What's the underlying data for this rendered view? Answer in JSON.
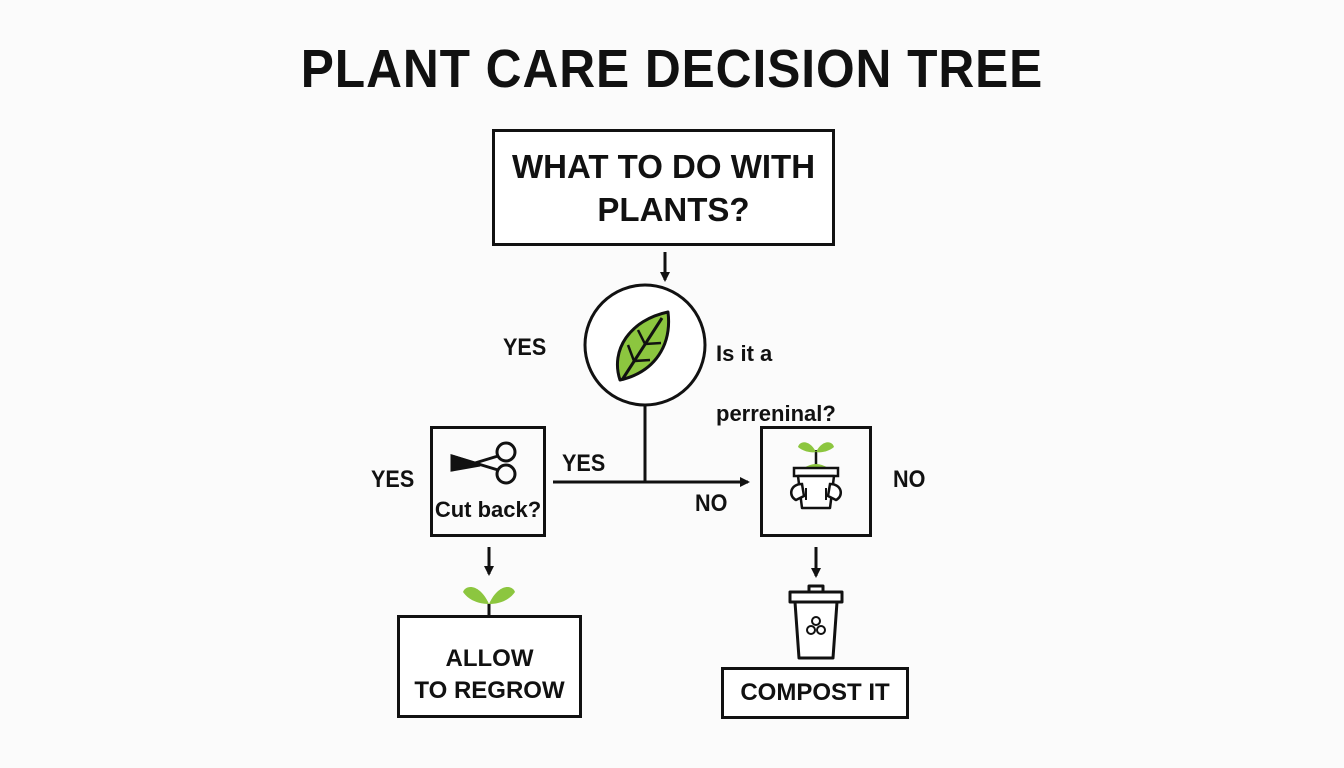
{
  "title": "PLANT CARE DECISION TREE",
  "start_node": {
    "line1": "WHAT TO DO WITH",
    "line2": "PLANTS?"
  },
  "question_node": {
    "line1": "Is it a",
    "line2": "perreninal?",
    "icon": "leaf-icon"
  },
  "cut_node": {
    "label": "Cut back?",
    "icon": "scissors-icon"
  },
  "pot_node": {
    "icon": "potted-seedling-icon"
  },
  "regrow_node": {
    "line1": "ALLOW",
    "line2": "TO REGROW",
    "icon": "sprout-icon"
  },
  "compost_node": {
    "label": "COMPOST IT",
    "icon": "compost-bin-icon"
  },
  "edge_labels": {
    "yes_question_left": "YES",
    "yes_cut_left": "YES",
    "yes_branch": "YES",
    "no_branch": "NO",
    "no_pot_right": "NO"
  },
  "colors": {
    "accent_green": "#8cc63f",
    "line": "#111111"
  }
}
